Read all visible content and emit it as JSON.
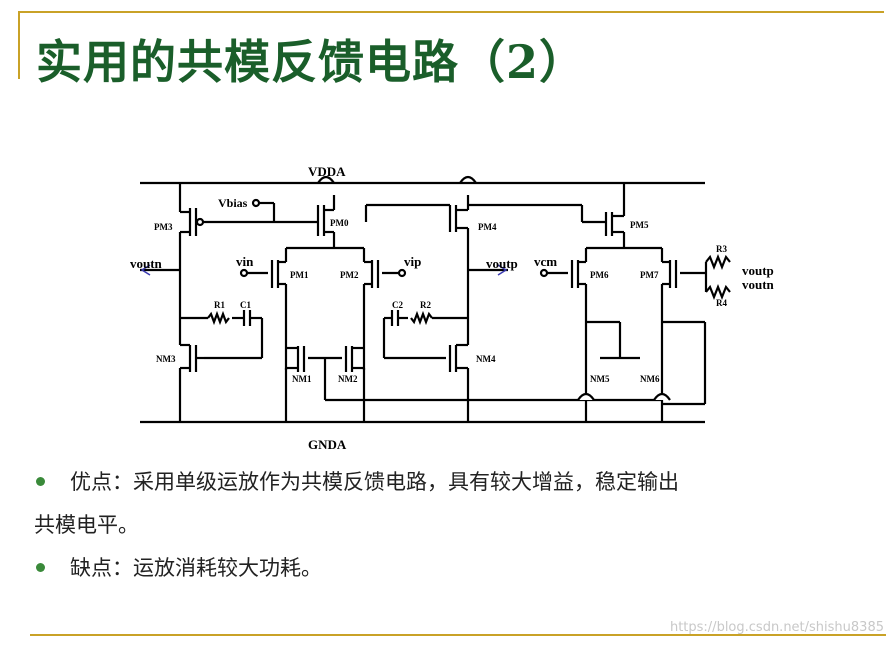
{
  "slide": {
    "title": "实用的共模反馈电路（2）"
  },
  "circuit": {
    "rail_top": "VDDA",
    "rail_bottom": "GNDA",
    "vbias": "Vbias",
    "vin": "vin",
    "vip": "vip",
    "vcm": "vcm",
    "voutn_left": "voutn",
    "voutp_mid": "voutp",
    "voutp_right": "voutp",
    "voutn_right": "voutn",
    "pm3": "PM3",
    "pm0": "PM0",
    "pm4": "PM4",
    "pm5": "PM5",
    "pm1": "PM1",
    "pm2": "PM2",
    "pm6": "PM6",
    "pm7": "PM7",
    "nm3": "NM3",
    "nm1": "NM1",
    "nm2": "NM2",
    "nm4": "NM4",
    "nm5": "NM5",
    "nm6": "NM6",
    "r1": "R1",
    "c1": "C1",
    "c2": "C2",
    "r2": "R2",
    "r3": "R3",
    "r4": "R4"
  },
  "bullets": [
    {
      "line1": "优点：采用单级运放作为共模反馈电路，具有较大增益，稳定输出",
      "line2": "共模电平。"
    },
    {
      "line1": "缺点：运放消耗较大功耗。"
    }
  ],
  "watermark": "https://blog.csdn.net/shishu8385"
}
